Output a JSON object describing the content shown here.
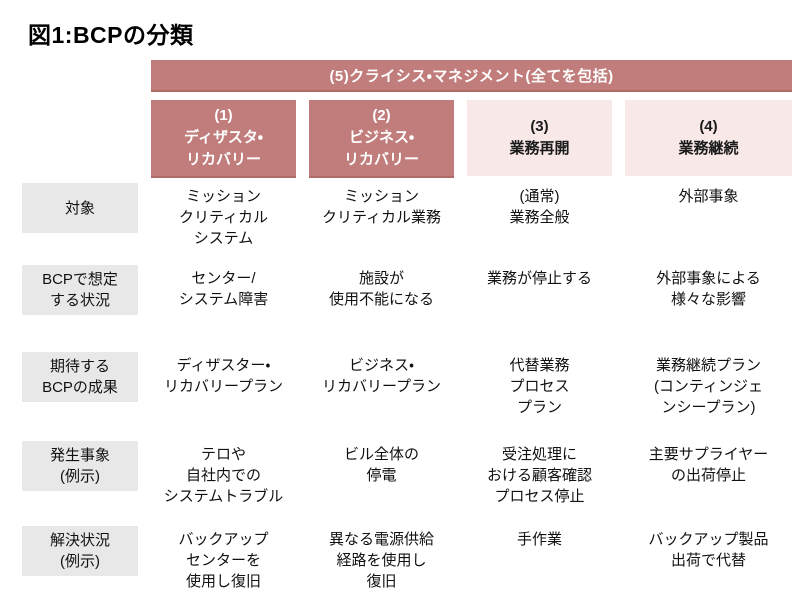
{
  "title": "図1:BCPの分類",
  "banner": {
    "label": "(5)クライシス・マネジメント(全てを包括)"
  },
  "columns": [
    {
      "label": "(1)\nディザスタ・\nリカバリー"
    },
    {
      "label": "(2)\nビジネス・\nリカバリー"
    },
    {
      "label": "(3)\n業務再開"
    },
    {
      "label": "(4)\n業務継続"
    }
  ],
  "rows": [
    {
      "label": "対象",
      "cells": [
        "ミッション\nクリティカル\nシステム",
        "ミッション\nクリティカル業務",
        "(通常)\n業務全般",
        "外部事象"
      ]
    },
    {
      "label": "BCPで想定\nする状況",
      "cells": [
        "センター/\nシステム障害",
        "施設が\n使用不能になる",
        "業務が停止する",
        "外部事象による\n様々な影響"
      ]
    },
    {
      "label": "期待する\nBCPの成果",
      "cells": [
        "ディザスター・\nリカバリープラン",
        "ビジネス・\nリカバリープラン",
        "代替業務\nプロセス\nプラン",
        "業務継続プラン\n(コンティンジェ\nンシープラン)"
      ]
    },
    {
      "label": "発生事象\n(例示)",
      "cells": [
        "テロや\n自社内での\nシステムトラブル",
        "ビル全体の\n停電",
        "受注処理に\nおける顧客確認\nプロセス停止",
        "主要サプライヤー\nの出荷停止"
      ]
    },
    {
      "label": "解決状況\n(例示)",
      "cells": [
        "バックアップ\nセンターを\n使用し復旧",
        "異なる電源供給\n経路を使用し\n復旧",
        "手作業",
        "バックアップ製品\n出荷で代替"
      ]
    }
  ],
  "colors": {
    "rose_dark": "#c17d7b",
    "rose_dark_edge": "#b06a68",
    "rose_light": "#f8e9e8",
    "label_gray": "#e8e8e8",
    "text_dark": "#111111",
    "text_light": "#ffffff"
  }
}
